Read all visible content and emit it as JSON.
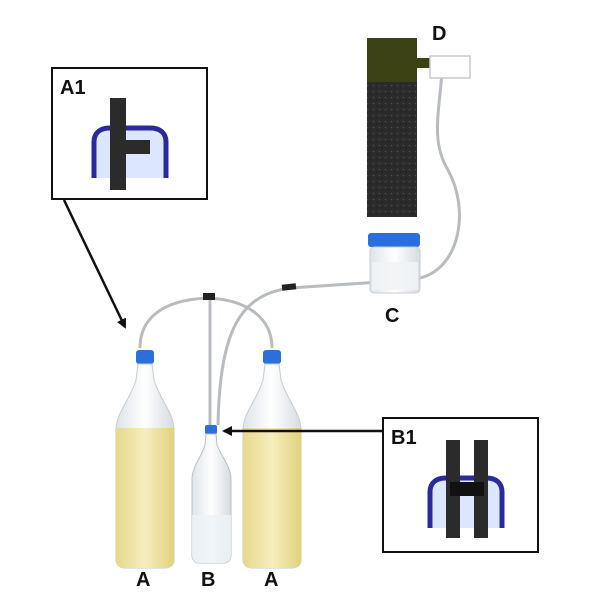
{
  "labels": {
    "inset_a1": "A1",
    "inset_b1": "B1",
    "bottle_left": "A",
    "bottle_center": "B",
    "bottle_right": "A",
    "jar": "C",
    "filter": "D"
  },
  "colors": {
    "liquid": "#efe3a0",
    "cap_blue": "#2a6fdc",
    "cap_dark_blue": "#2a2a9a",
    "tube": "#b8bcc0",
    "filter_body": "#2b2b2b",
    "filter_cap": "#3d4214",
    "outline": "#111111"
  }
}
